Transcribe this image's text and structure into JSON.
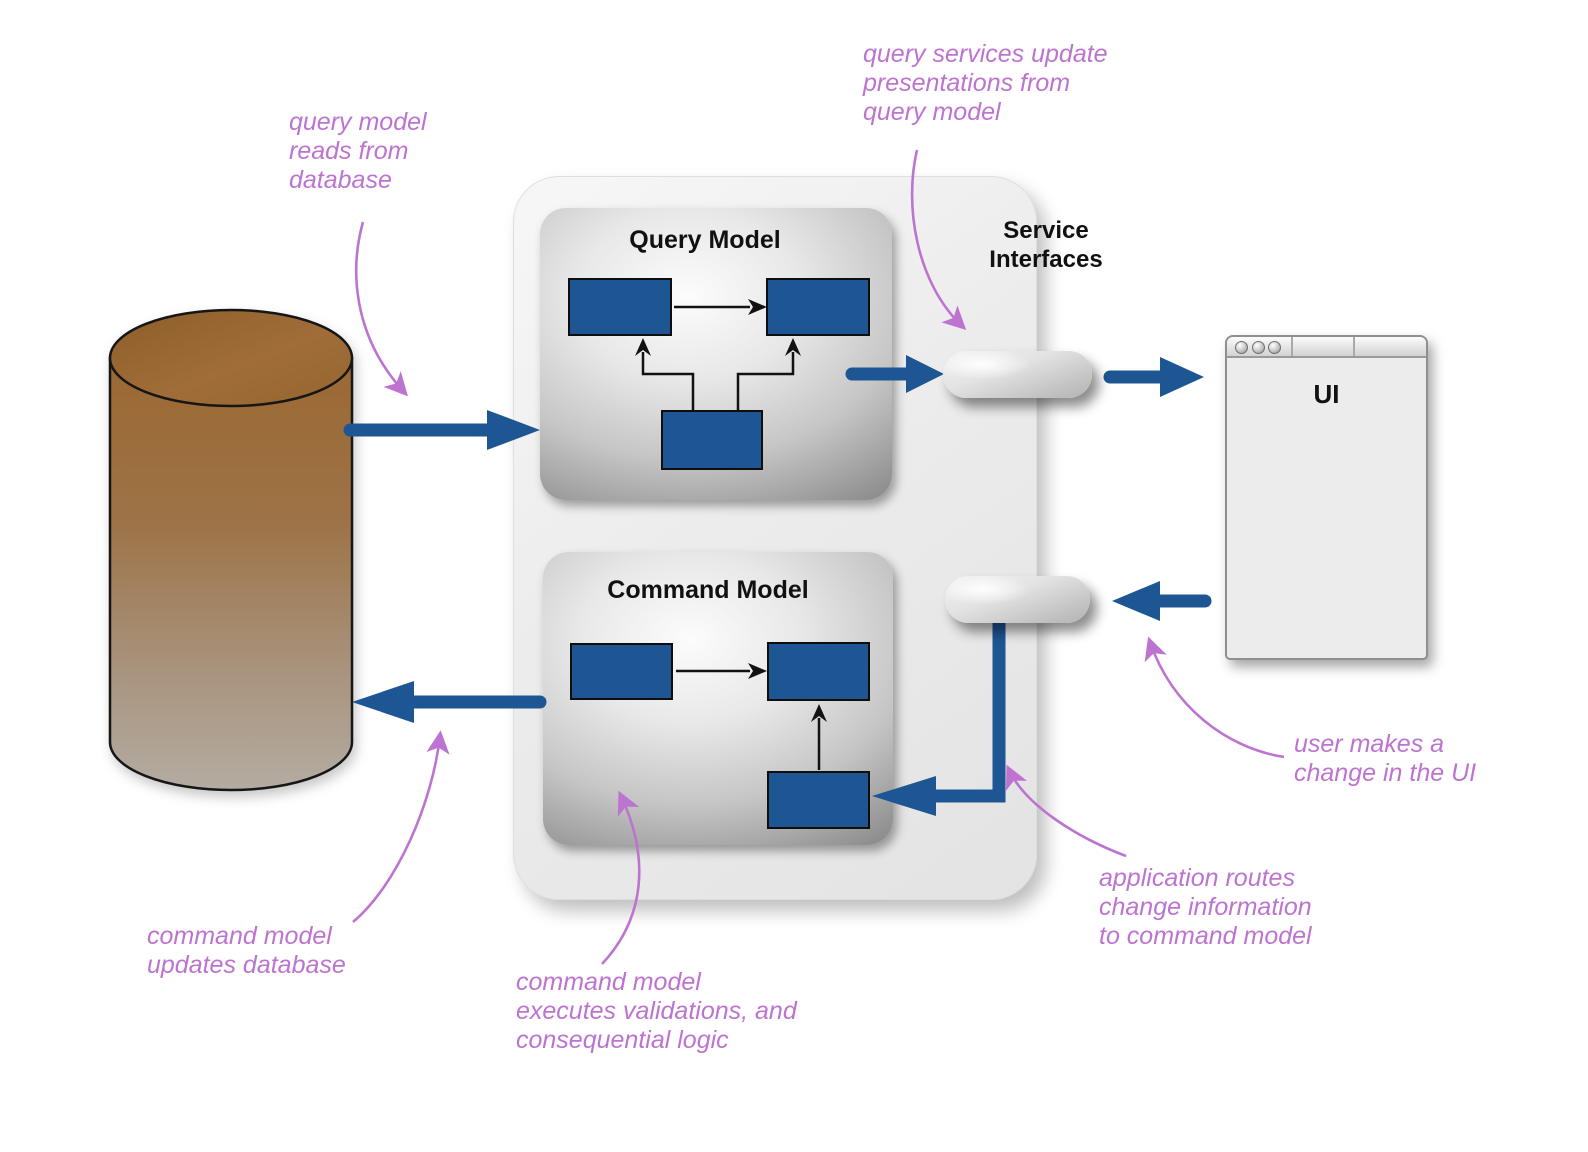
{
  "diagram": {
    "query_model_title": "Query Model",
    "command_model_title": "Command Model",
    "service_interfaces_label": {
      "line1": "Service",
      "line2": "Interfaces"
    },
    "ui_window_title": "UI"
  },
  "annotations": {
    "query_reads": {
      "line1": "query model",
      "line2": "reads from",
      "line3": "database"
    },
    "services_update": {
      "line1": "query services update",
      "line2": "presentations from",
      "line3": "query model"
    },
    "user_change": {
      "line1": "user makes a",
      "line2": "change in the UI"
    },
    "app_routes": {
      "line1": "application routes",
      "line2": "change information",
      "line3": "to command model"
    },
    "cmd_updates": {
      "line1": "command model",
      "line2": "updates database"
    },
    "cmd_validates": {
      "line1": "command model",
      "line2": "executes validations, and",
      "line3": "consequential logic"
    }
  },
  "colors": {
    "box_blue": "#1d5693",
    "arrow_blue": "#1d5693",
    "annotation_purple": "#bd73d0",
    "cylinder_brown_top": "#9c6832",
    "cylinder_gray_bottom": "#b3aca2",
    "panel_gray_dark": "#828282",
    "container_gray": "#ececec"
  }
}
